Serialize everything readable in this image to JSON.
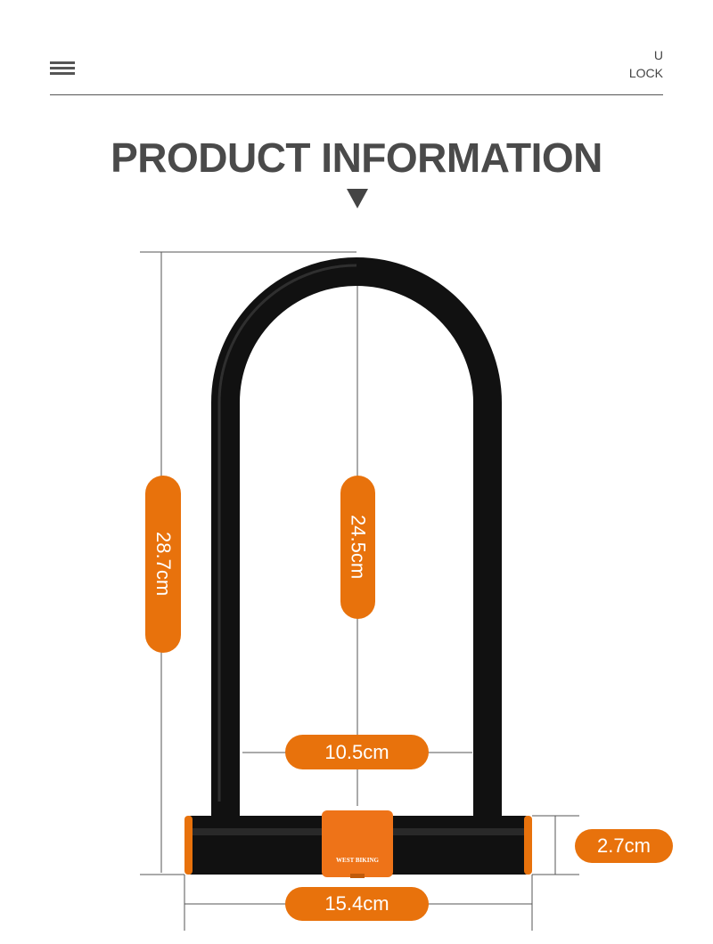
{
  "header": {
    "brand_line1": "U",
    "brand_line2": "LOCK",
    "menu_icon": "hamburger-icon"
  },
  "title": "PRODUCT INFORMATION",
  "product": {
    "brand_text": "WEST BIKING"
  },
  "dimensions": {
    "total_height": "28.7cm",
    "inner_height": "24.5cm",
    "inner_width": "10.5cm",
    "total_width": "15.4cm",
    "bar_diameter": "2.7cm"
  },
  "colors": {
    "accent": "#e8720c",
    "lock": "#111111",
    "text": "#4a4a4a"
  }
}
